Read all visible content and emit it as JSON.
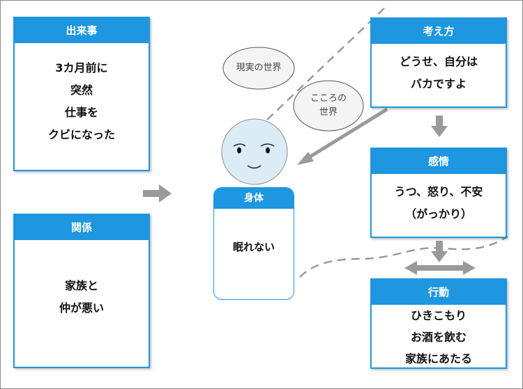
{
  "boxes": {
    "event": {
      "title": "出来事",
      "lines": [
        "3カ月前に",
        "突然",
        "仕事を",
        "クビになった"
      ]
    },
    "relations": {
      "title": "関係",
      "lines": [
        "家族と",
        "仲が悪い"
      ]
    },
    "thought": {
      "title": "考え方",
      "lines": [
        "どうせ、自分は",
        "バカですよ"
      ]
    },
    "emotion": {
      "title": "感情",
      "lines": [
        "うつ、怒り、不安",
        "（がっかり）"
      ]
    },
    "behavior": {
      "title": "行動",
      "lines": [
        "ひきこもり",
        "お酒を飲む",
        "家族にあたる"
      ]
    }
  },
  "body_box": {
    "title": "身体",
    "text": "眠れない"
  },
  "bubbles": {
    "real_world": "現実の世界",
    "heart_world_line1": "こころの",
    "heart_world_line2": "世界"
  },
  "colors": {
    "accent": "#1e96e0",
    "arrow": "#9a9a9a",
    "dashed": "#9a9a9a",
    "face": "#dcecf7"
  }
}
